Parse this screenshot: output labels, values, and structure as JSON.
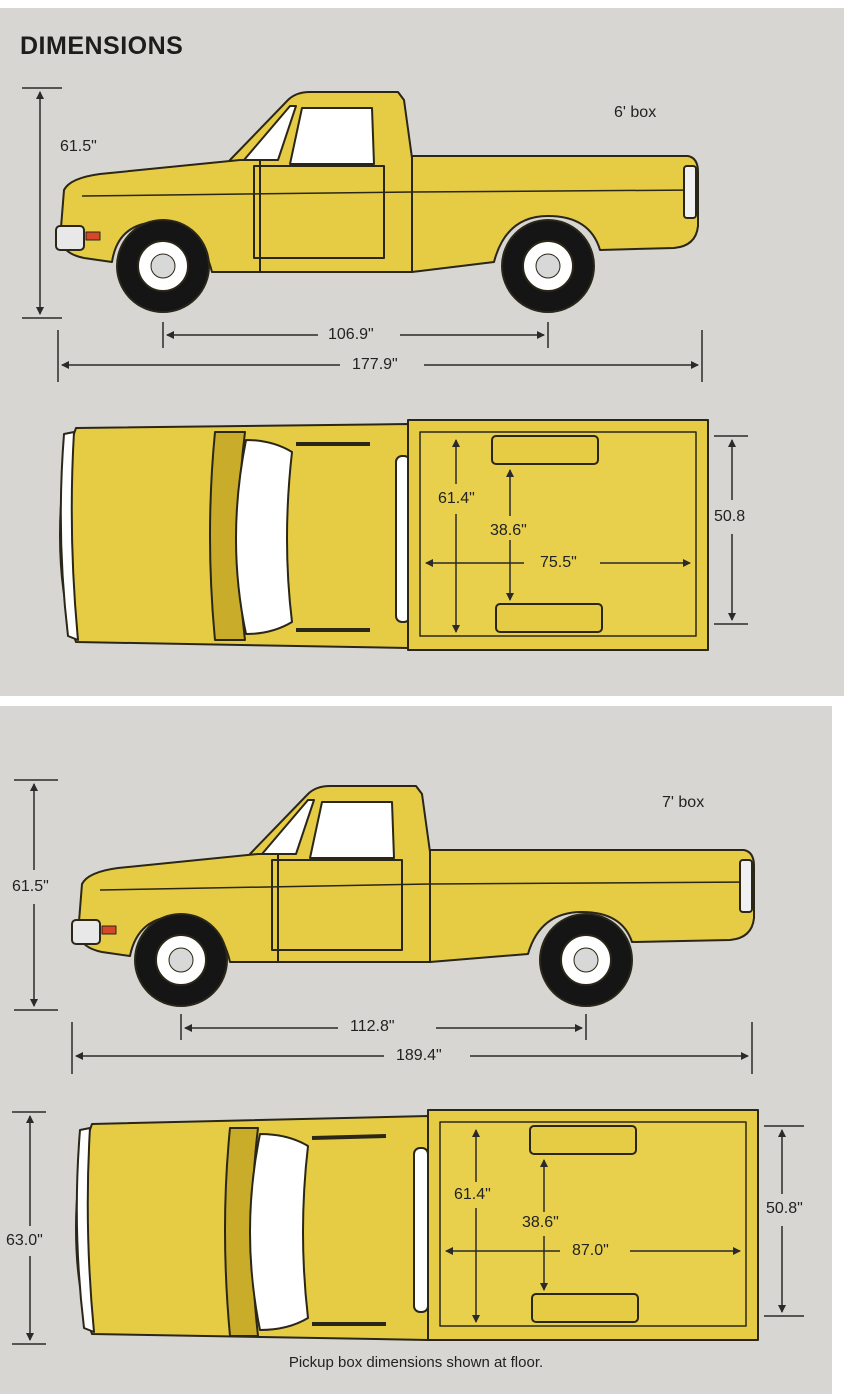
{
  "title": "DIMENSIONS",
  "colors": {
    "background": "#d7d6d2",
    "body": "#e6cc45",
    "shade": "#c9ac2a",
    "outline": "#2a2618",
    "line": "#2a2a2a"
  },
  "top_truck": {
    "box_label": "6' box",
    "height": "61.5\"",
    "wheelbase": "106.9\"",
    "overall_length": "177.9\"",
    "box_width_outer": "61.4\"",
    "box_width_wheelwell": "38.6\"",
    "box_length": "75.5\"",
    "box_height": "50.8"
  },
  "bottom_truck": {
    "box_label": "7' box",
    "height": "61.5\"",
    "wheelbase": "112.8\"",
    "overall_length": "189.4\"",
    "overall_width": "63.0\"",
    "box_width_outer": "61.4\"",
    "box_width_wheelwell": "38.6\"",
    "box_length": "87.0\"",
    "box_height": "50.8\""
  },
  "caption": "Pickup box dimensions shown at floor."
}
